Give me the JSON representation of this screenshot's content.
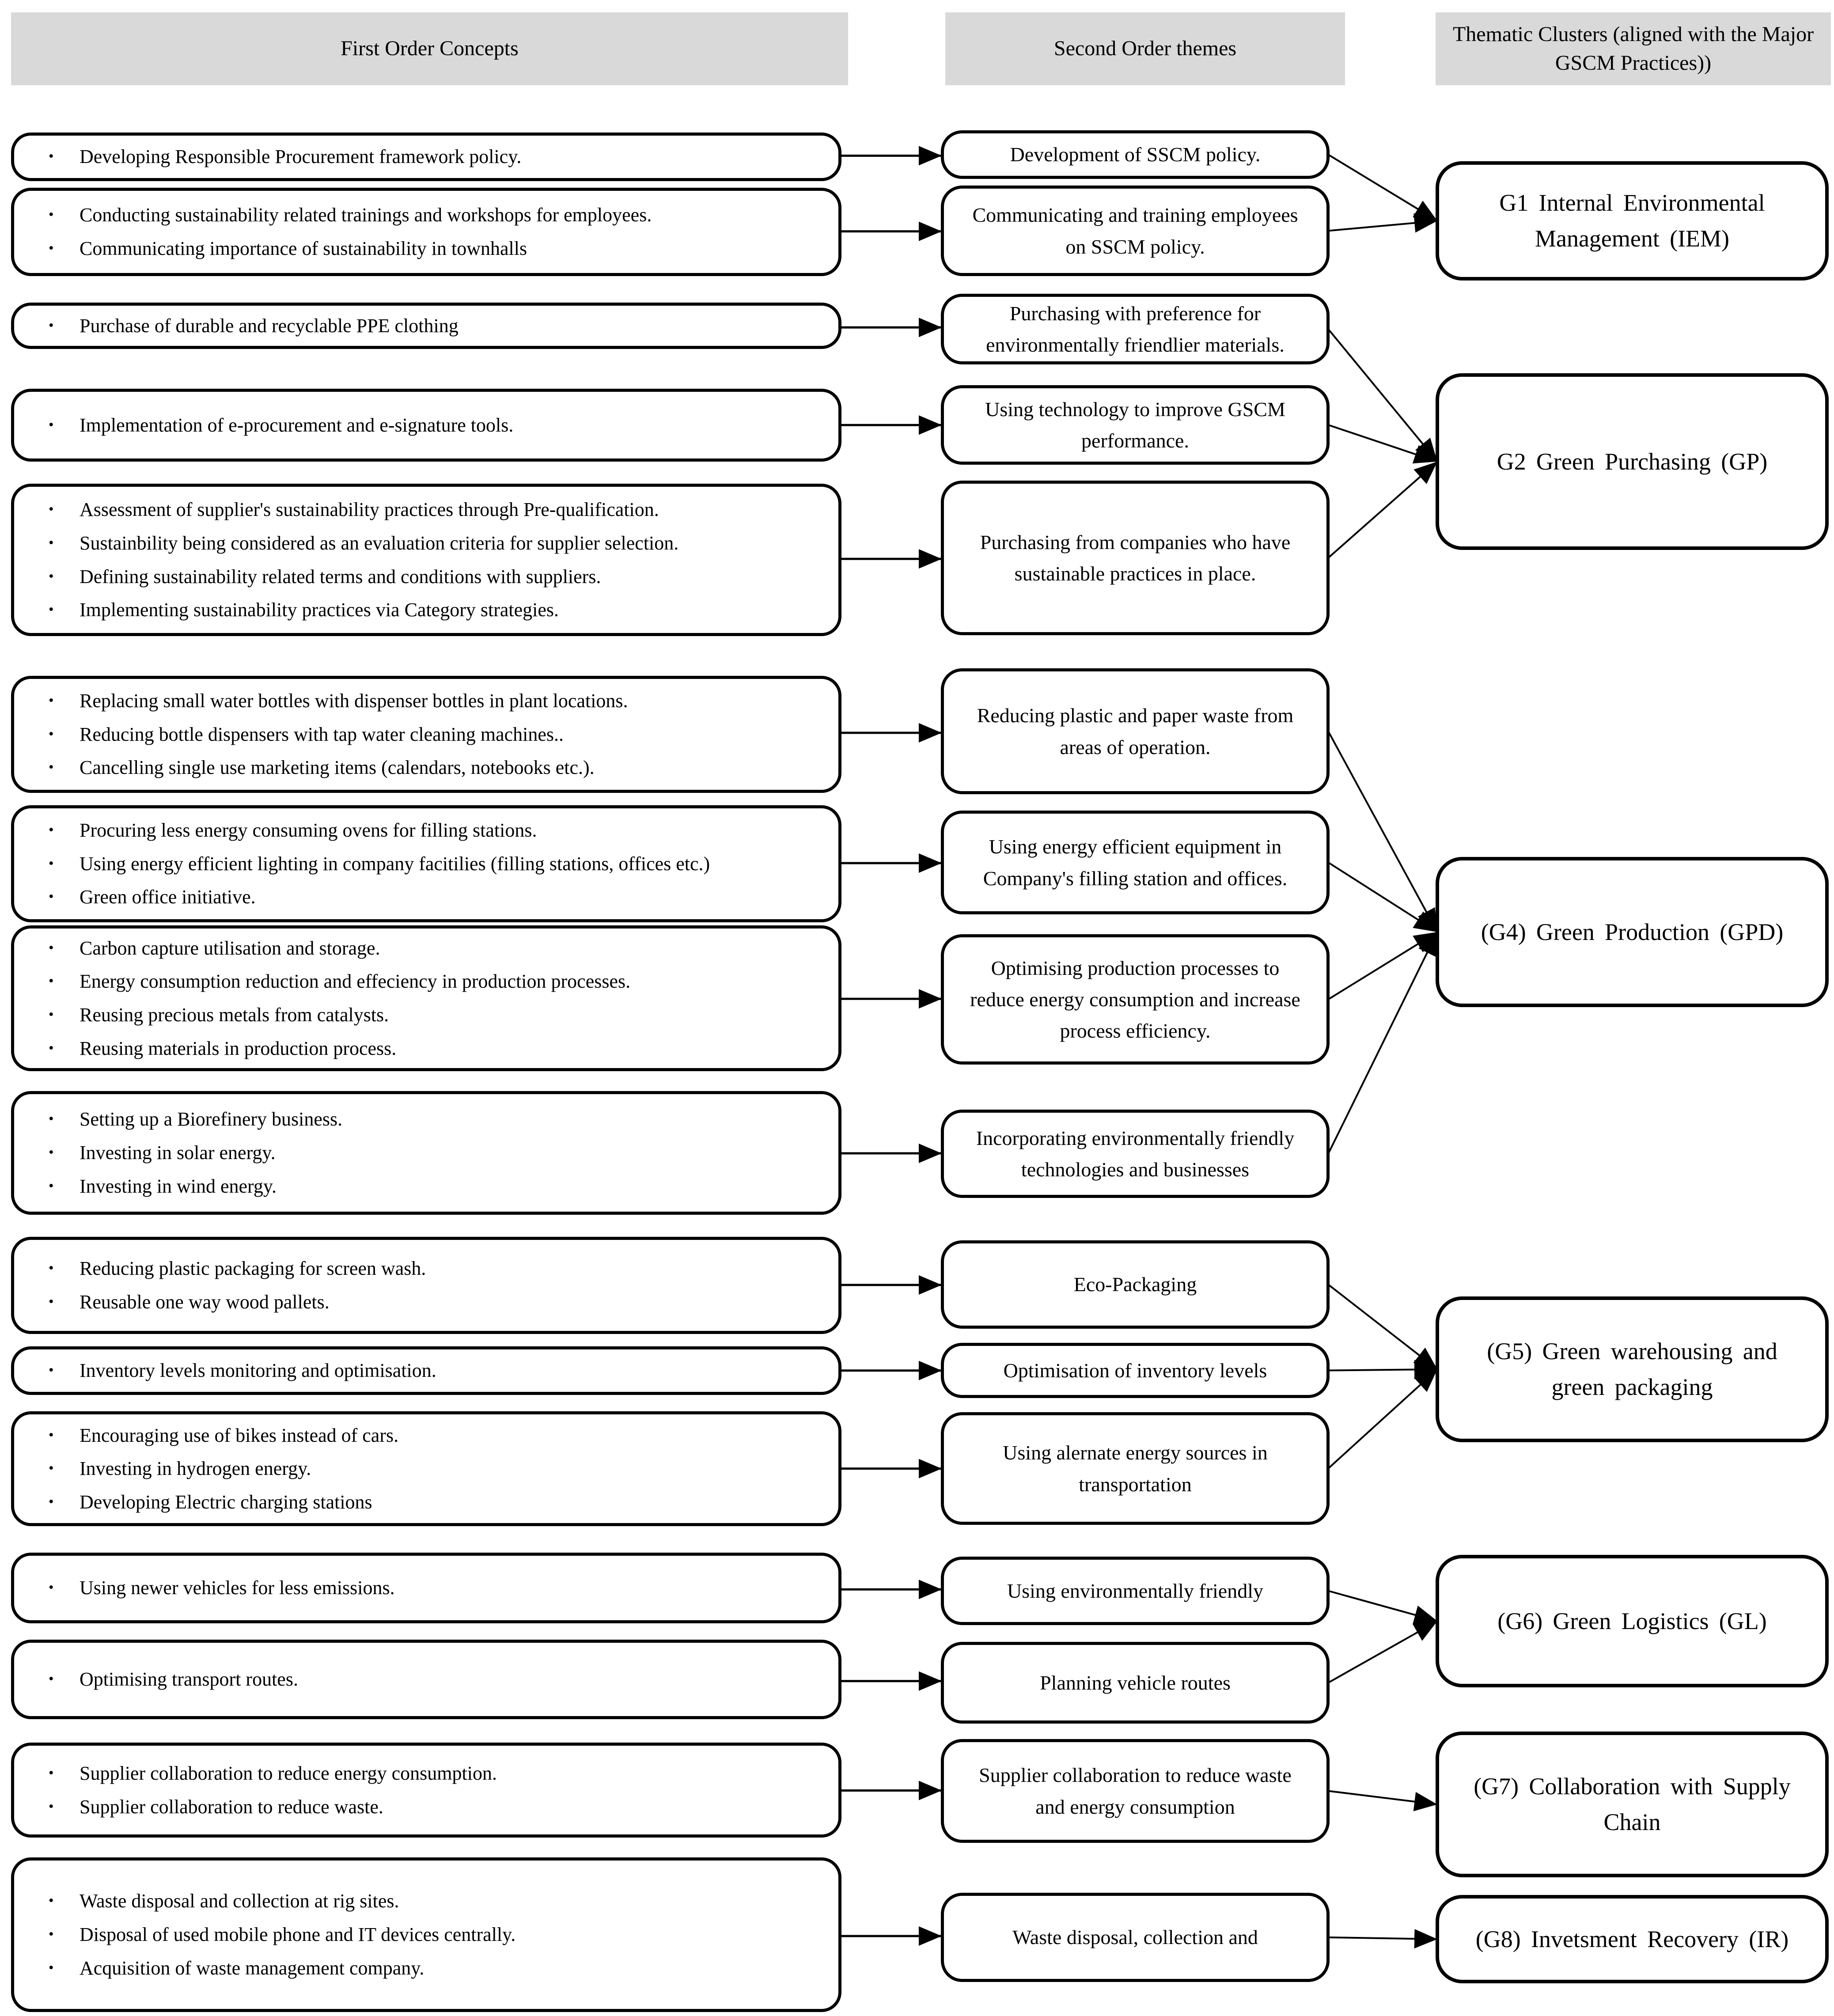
{
  "page": {
    "background": "#ffffff",
    "line_color": "#000000",
    "header_bg": "#d9d9d9",
    "text_color": "#000000"
  },
  "headers": {
    "first": "First Order Concepts",
    "second": "Second Order themes",
    "third": "Thematic Clusters (aligned with the Major GSCM Practices))"
  },
  "clusters": [
    {
      "id": "g1",
      "label": "G1 Internal Environmental Management (IEM)"
    },
    {
      "id": "g2",
      "label": "G2 Green Purchasing (GP)"
    },
    {
      "id": "g4",
      "label": "(G4) Green Production (GPD)"
    },
    {
      "id": "g5",
      "label": "(G5) Green warehousing and green packaging"
    },
    {
      "id": "g6",
      "label": "(G6) Green Logistics (GL)"
    },
    {
      "id": "g7",
      "label": "(G7) Collaboration with Supply Chain"
    },
    {
      "id": "g8",
      "label": "(G8) Invetsment Recovery (IR)"
    }
  ],
  "rows": [
    {
      "concepts": [
        "Developing Responsible Procurement framework policy."
      ],
      "theme": "Development of SSCM policy.",
      "cluster": "g1"
    },
    {
      "concepts": [
        "Conducting sustainability related trainings and workshops for employees.",
        "Communicating importance of sustainability in townhalls"
      ],
      "theme": "Communicating and training employees on SSCM policy.",
      "cluster": "g1"
    },
    {
      "concepts": [
        "Purchase of durable and recyclable PPE clothing"
      ],
      "theme": "Purchasing with preference for environmentally friendlier materials.",
      "cluster": "g2"
    },
    {
      "concepts": [
        "Implementation of e-procurement and e-signature tools."
      ],
      "theme": "Using technology to improve GSCM performance.",
      "cluster": "g2"
    },
    {
      "concepts": [
        "Assessment of supplier's sustainability practices through Pre-qualification.",
        "Sustainbility being considered as an evaluation criteria for supplier selection.",
        "Defining sustainability related terms and conditions with suppliers.",
        "Implementing sustainability practices via Category strategies."
      ],
      "theme": "Purchasing from companies who have sustainable practices in place.",
      "cluster": "g2"
    },
    {
      "concepts": [
        "Replacing small water bottles with dispenser bottles in plant locations.",
        "Reducing bottle dispensers with tap water cleaning machines..",
        "Cancelling single use marketing items (calendars, notebooks etc.)."
      ],
      "theme": "Reducing plastic and paper waste from areas of operation.",
      "cluster": "g4"
    },
    {
      "concepts": [
        "Procuring less energy consuming ovens for filling stations.",
        "Using energy efficient lighting in company facitilies (filling stations, offices etc.)",
        "Green office initiative."
      ],
      "theme": "Using energy efficient equipment in Company's filling station and offices.",
      "cluster": "g4"
    },
    {
      "concepts": [
        "Carbon capture utilisation and storage.",
        "Energy consumption reduction and effeciency in production processes.",
        "Reusing precious metals from catalysts.",
        "Reusing materials in production process."
      ],
      "theme": "Optimising production processes to reduce energy consumption and increase process efficiency.",
      "cluster": "g4"
    },
    {
      "concepts": [
        "Setting up a Biorefinery business.",
        "Investing in solar energy.",
        "Investing in wind energy."
      ],
      "theme": "Incorporating environmentally friendly technologies and businesses",
      "cluster": "g4"
    },
    {
      "concepts": [
        "Reducing plastic packaging for screen wash.",
        "Reusable one way wood pallets."
      ],
      "theme": "Eco-Packaging",
      "cluster": "g5"
    },
    {
      "concepts": [
        "Inventory levels monitoring and optimisation."
      ],
      "theme": "Optimisation of inventory levels",
      "cluster": "g5"
    },
    {
      "concepts": [
        "Encouraging use of bikes instead of cars.",
        "Investing in hydrogen energy.",
        "Developing Electric charging stations"
      ],
      "theme": "Using alernate energy sources in transportation",
      "cluster": "g5"
    },
    {
      "concepts": [
        "Using newer vehicles for less emissions."
      ],
      "theme": "Using environmentally friendly",
      "cluster": "g6"
    },
    {
      "concepts": [
        "Optimising transport routes."
      ],
      "theme": "Planning vehicle routes",
      "cluster": "g6"
    },
    {
      "concepts": [
        "Supplier collaboration to reduce energy consumption.",
        "Supplier collaboration to reduce waste."
      ],
      "theme": "Supplier collaboration to reduce waste and energy consumption",
      "cluster": "g7"
    },
    {
      "concepts": [
        "Waste disposal and collection at rig sites.",
        "Disposal of used mobile phone and IT devices centrally.",
        "Acquisition of waste management company."
      ],
      "theme": "Waste disposal, collection and",
      "cluster": "g8"
    }
  ]
}
